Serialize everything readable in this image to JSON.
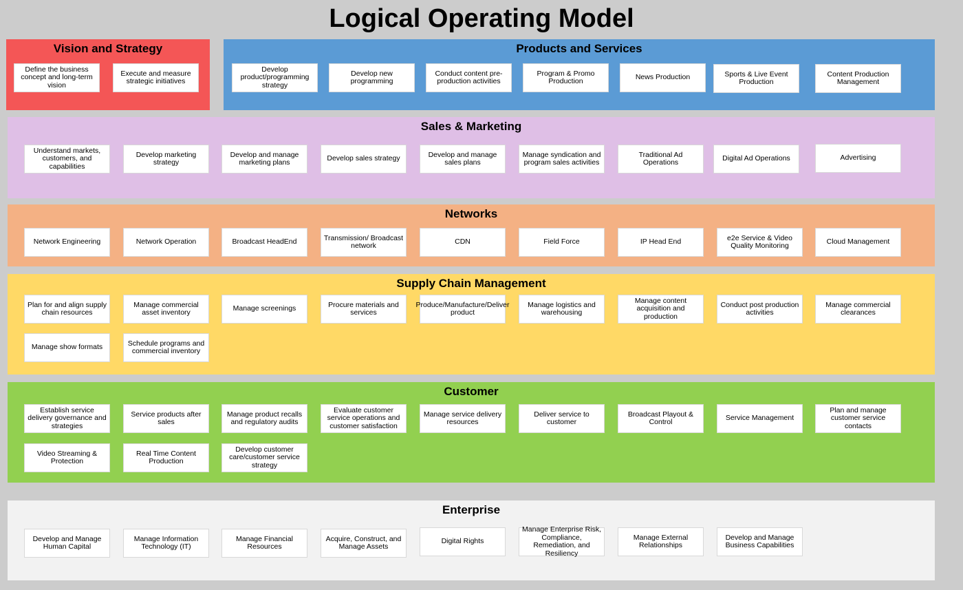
{
  "title": "Logical Operating Model",
  "colors": {
    "background": "#cccccc",
    "vision": "#f45656",
    "products": "#5b9bd5",
    "sales": "#dfbfe6",
    "networks": "#f4b184",
    "supply": "#ffd966",
    "customer": "#92d050",
    "enterprise": "#f2f2f2"
  },
  "vision": {
    "title": "Vision and Strategy",
    "items": [
      "Define the business concept and long-term vision",
      "Execute and measure strategic initiatives"
    ]
  },
  "products": {
    "title": "Products and Services",
    "items": [
      "Develop product/programming strategy",
      "Develop new programming",
      "Conduct content pre-production activities",
      "Program & Promo Production",
      "News Production",
      "Sports & Live Event Production",
      "Content Production Management"
    ]
  },
  "sales": {
    "title": "Sales & Marketing",
    "items": [
      "Understand markets, customers, and capabilities",
      "Develop marketing strategy",
      "Develop and manage marketing plans",
      "Develop sales strategy",
      "Develop and manage sales plans",
      "Manage syndication and program sales activities",
      "Traditional Ad Operations",
      "Digital Ad Operations",
      "Advertising"
    ]
  },
  "networks": {
    "title": "Networks",
    "items": [
      "Network Engineering",
      "Network Operation",
      "Broadcast HeadEnd",
      "Transmission/ Broadcast network",
      "CDN",
      "Field Force",
      "IP Head End",
      "e2e Service & Video Quality Monitoring",
      "Cloud Management"
    ]
  },
  "supply": {
    "title": "Supply Chain Management",
    "items": [
      "Plan for and align supply chain resources",
      "Manage commercial asset inventory",
      "Manage screenings",
      "Procure materials and services",
      "Produce/Manufacture/Deliver product",
      "Manage logistics and warehousing",
      "Manage content acquisition and production",
      "Conduct post production activities",
      "Manage commercial clearances",
      "Manage show formats",
      "Schedule programs and commercial inventory"
    ]
  },
  "customer": {
    "title": "Customer",
    "items": [
      "Establish service delivery governance and strategies",
      "Service products after sales",
      "Manage product recalls and regulatory audits",
      "Evaluate customer service operations and customer satisfaction",
      "Manage service delivery resources",
      "Deliver service to customer",
      "Broadcast Playout & Control",
      "Service Management",
      "Plan and manage customer service contacts",
      "Video Streaming & Protection",
      "Real Time Content Production",
      "Develop customer care/customer service strategy"
    ]
  },
  "enterprise": {
    "title": "Enterprise",
    "items": [
      "Develop and Manage Human Capital",
      "Manage Information Technology (IT)",
      "Manage Financial Resources",
      "Acquire, Construct, and Manage Assets",
      "Digital Rights",
      "Manage Enterprise Risk, Compliance, Remediation, and Resiliency",
      "Manage External Relationships",
      "Develop and Manage Business Capabilities"
    ]
  }
}
